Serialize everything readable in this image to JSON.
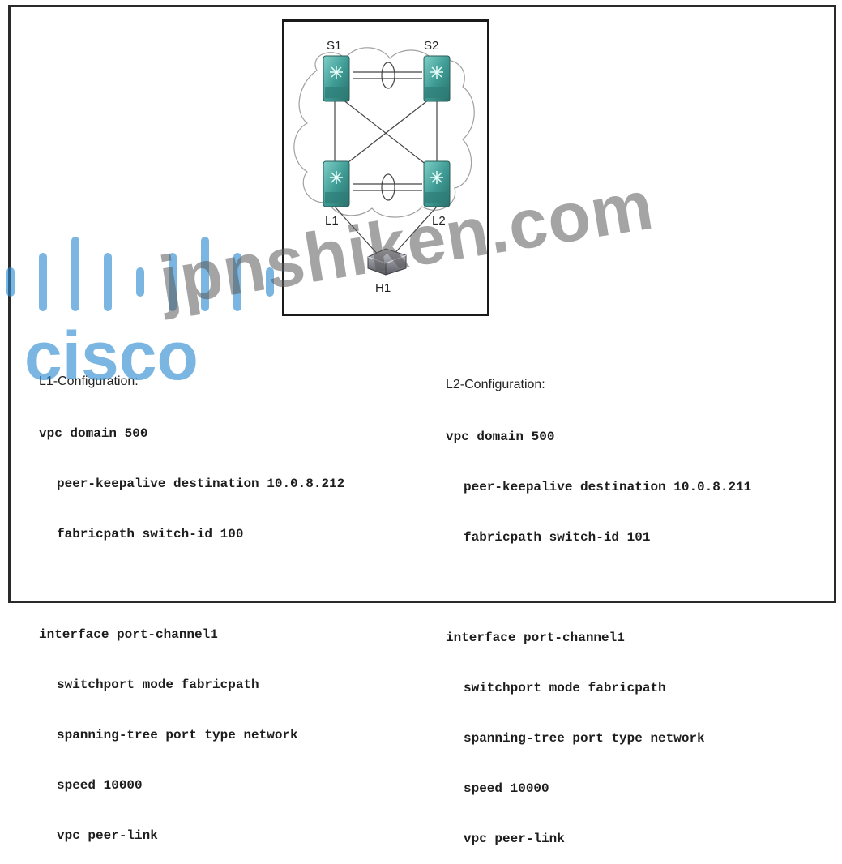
{
  "diagram": {
    "nodes": {
      "s1": "S1",
      "s2": "S2",
      "l1": "L1",
      "l2": "L2",
      "h1": "H1"
    },
    "colors": {
      "switch": "#4aa39c",
      "host": "#8a8a92",
      "cloud": "#9a9a9a",
      "link": "#444444"
    }
  },
  "l1_config": {
    "title": "L1-Configuration:",
    "lines": [
      "vpc domain 500",
      "peer-keepalive destination 10.0.8.212",
      "fabricpath switch-id 100",
      "interface port-channel1",
      "switchport mode fabricpath",
      "spanning-tree port type network",
      "speed 10000",
      "vpc peer-link"
    ]
  },
  "l2_config": {
    "title": "L2-Configuration:",
    "lines": [
      "vpc domain 500",
      "peer-keepalive destination 10.0.8.211",
      "fabricpath switch-id 101",
      "interface port-channel1",
      "switchport mode fabricpath",
      "spanning-tree port type network",
      "speed 10000",
      "vpc peer-link"
    ]
  },
  "watermark": {
    "text": "jpnshiken.com",
    "logo_text": "cisco",
    "logo_color": "#2a8bd0"
  }
}
